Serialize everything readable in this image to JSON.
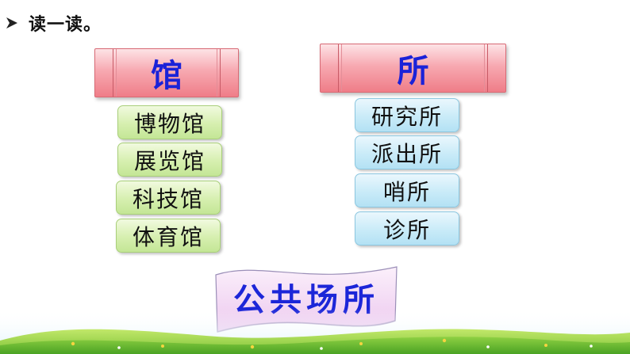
{
  "instruction": {
    "text": "读一读。"
  },
  "left_column": {
    "header": "馆",
    "words": [
      "博物馆",
      "展览馆",
      "科技馆",
      "体育馆"
    ]
  },
  "right_column": {
    "header": "所",
    "words": [
      "研究所",
      "派出所",
      "哨所",
      "诊所"
    ]
  },
  "banner": {
    "text": "公共场所"
  },
  "colors": {
    "header_text": "#1a22d8",
    "header_pink": "#f7a9b1",
    "green_box": "#d6efaf",
    "blue_box": "#c9ebf8",
    "banner_lilac": "#f4ddf5"
  }
}
